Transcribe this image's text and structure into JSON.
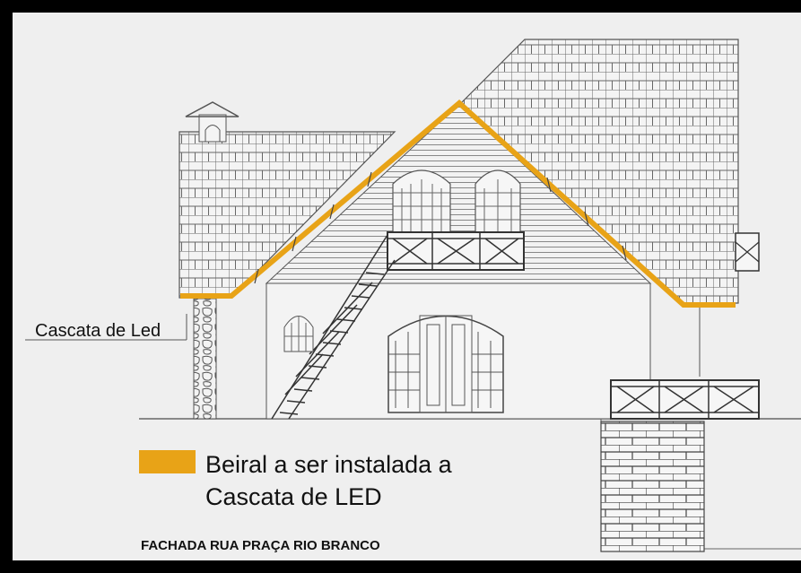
{
  "drawing": {
    "callout_label": "Cascata de Led",
    "legend_text_line1": "Beiral a ser instalada a",
    "legend_text_line2": "Cascata de LED",
    "title": "FACHADA RUA PRAÇA RIO BRANCO"
  },
  "colors": {
    "led_eave": "#e8a317",
    "line": "#555555",
    "background": "#efefef",
    "border": "#000000"
  }
}
